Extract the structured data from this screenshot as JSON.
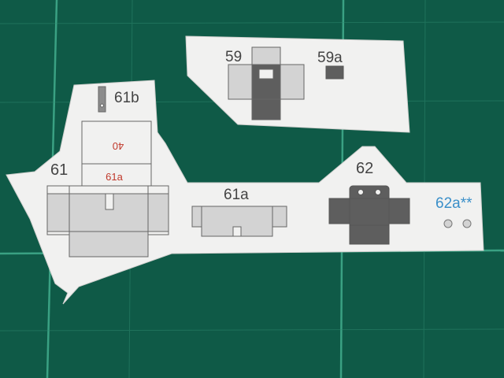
{
  "colors": {
    "mat": "#0f5a47",
    "grid_line": "#3fa98a",
    "paper": "#f1f1f0",
    "paper_shade": "#d9dbd8",
    "part_dark": "#5e5e5e",
    "part_light": "#d3d3d3",
    "part_outline": "#666666",
    "label_gray": "#444444",
    "label_red": "#c0392b",
    "label_blue": "#3a8fc9"
  },
  "labels": {
    "p59": "59",
    "p59a": "59a",
    "p61b": "61b",
    "p40": "40",
    "p61": "61",
    "p61a_red": "61a",
    "p61a": "61a",
    "p62": "62",
    "p62a": "62a**"
  },
  "icons": [
    "hole-circle-icon"
  ]
}
